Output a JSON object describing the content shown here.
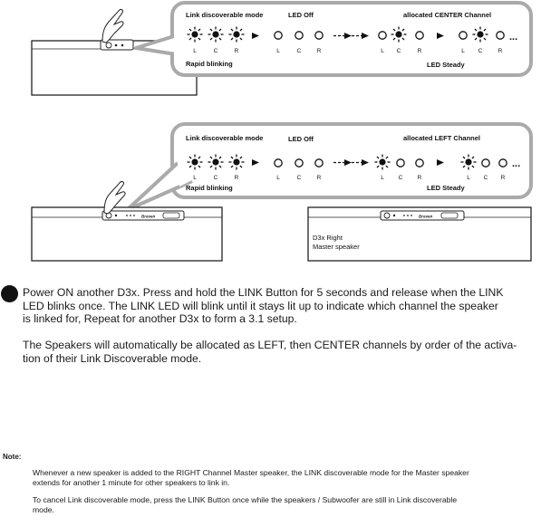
{
  "diagram1": {
    "link_mode_label": "Link discoverable mode",
    "led_off_label": "LED Off",
    "allocated_label": "allocated CENTER Channel",
    "rapid_label": "Rapid blinking",
    "steady_label": "LED Steady",
    "channel_letters": [
      "L",
      "C",
      "R"
    ],
    "ellipsis": "..."
  },
  "diagram2": {
    "link_mode_label": "Link discoverable mode",
    "led_off_label": "LED Off",
    "allocated_label": "allocated LEFT Channel",
    "rapid_label": "Rapid blinking",
    "steady_label": "LED Steady",
    "channel_letters": [
      "L",
      "C",
      "R"
    ],
    "ellipsis": "...",
    "master_speaker_label_line1": "D3x Right",
    "master_speaker_label_line2": "Master speaker"
  },
  "step": {
    "line1": "Power ON another D3x. Press and hold the LINK Button for 5 seconds and release when the LINK",
    "line2": "LED blinks once.  The LINK LED will blink until it stays lit up to indicate which channel the speaker",
    "line3": "is linked for, Repeat for another D3x to form a 3.1 setup.",
    "line4": "The Speakers will automatically be allocated as LEFT, then CENTER channels by order of the activa-",
    "line5": "tion of their Link Discoverable mode."
  },
  "note": {
    "label": "Note:",
    "p1_line1": "Whenever a new speaker is added to the RIGHT Channel Master speaker, the LINK discoverable mode for the Master speaker",
    "p1_line2": "extends for another 1 minute for other speakers to link in.",
    "p2_line1": "To cancel Link discoverable mode, press the LINK Button once while the speakers / Subwoofer are still in Link discoverable",
    "p2_line2": "mode."
  }
}
